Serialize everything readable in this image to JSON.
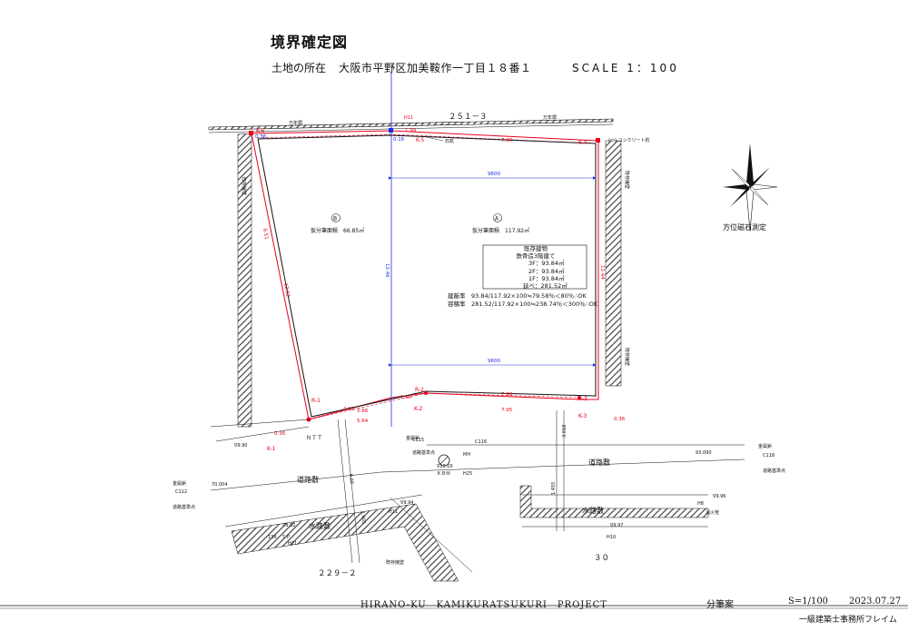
{
  "header": {
    "title": "境界確定図",
    "location_label": "土地の所在",
    "location_value": "大阪市平野区加美鞍作一丁目１８番１",
    "scale": "SCALE  1：100"
  },
  "parcels": {
    "a_marker": "A",
    "a_area": "仮分筆面積　117.92㎡",
    "b_marker": "B",
    "b_area": "仮分筆面積　66.85㎡"
  },
  "building": {
    "title": "既存建物",
    "structure": "鉄骨造3階建て",
    "f3": "3F：93.84㎡",
    "f2": "2F：93.84㎡",
    "f1": "1F：93.84㎡",
    "total": "延べ：281.52㎡",
    "coverage": "建蔽率　93.84/117.92×100≒79.58％＜80％∴OK",
    "far": "容積率　281.52/117.92×100≒238.74％＜300％∴OK"
  },
  "points": {
    "k1": "K-1",
    "k2": "K-2",
    "k3": "K-3",
    "k4": "K-4",
    "k5": "K-5",
    "k6": "K-6",
    "r1": "R-1",
    "r2": "R-2",
    "r3": "R-3"
  },
  "dimensions": {
    "d9600_top": "9600",
    "d9600_bot": "9600",
    "d1246": "12.46",
    "d1244": "12.44",
    "d036_a": "0.36",
    "d036_b": "0.36",
    "d036_c": "0.36",
    "d016": "0.16",
    "d199": "1.99",
    "d790": "7.90",
    "d798": "7.98",
    "d795": "7.95",
    "d166": "1.66",
    "d402": "4.02",
    "d566": "5.66",
    "d564": "5.64",
    "d1252": "12.52",
    "d651": "6.51"
  },
  "labels": {
    "lot_north": "２５１－３",
    "lot_sw": "２２９－２",
    "lot_se": "３０",
    "road1": "道路敷",
    "road2": "道路敷",
    "channel1": "水路敷",
    "channel2": "水路敷",
    "concrete_pile": "(一) コンクリート杭",
    "stone_pile": "石杭",
    "fence_a": "万年塀",
    "fence_b": "万年塀",
    "wall_left": "既存擁壁",
    "wall_right_top": "既存擁壁",
    "wall_right_bot": "既存擁壁",
    "wall_bottom": "既存擁壁",
    "ntt": "ＮＴＴ",
    "compass": "方位磁石測定",
    "metal1": "金属鋲",
    "metal2": "金属鋲",
    "metal3": "金属鋲",
    "base1": "道路基準点",
    "base2": "道路基準点",
    "base3": "道路基準点",
    "c112": "C112",
    "c115": "C115",
    "c116": "C116",
    "c118": "C118",
    "v70": "70.004",
    "v93": "93.090",
    "v1010": "∇10.00",
    "kbm": "ＫＢＭ",
    "h25": "H25",
    "mh": "MH",
    "h11": "H11",
    "h11b": "H11",
    "h10": "H10",
    "h21": "H21",
    "h8": "H8",
    "v990": "∇9.90",
    "v994": "∇9.94",
    "v992": "∇9.92",
    "v997": "∇9.97",
    "v996": "∇9.96",
    "tp": "ＴＰ",
    "n139": "139",
    "fire": "消火栓",
    "d6": "6.00",
    "d1405": "1.405",
    "d1455": "1.455",
    "d3018": "3.018"
  },
  "footer": {
    "project": "HIRANO-KU　KAMIKURATSUKURI　PROJECT",
    "doc": "分筆案",
    "scale": "S=1/100",
    "date": "2023.07.27",
    "firm": "一級建築士事務所フレイム"
  },
  "colors": {
    "boundary": "#e8001c",
    "dimension": "#1a2fe0",
    "linework": "#111111",
    "hatch": "#555555"
  }
}
